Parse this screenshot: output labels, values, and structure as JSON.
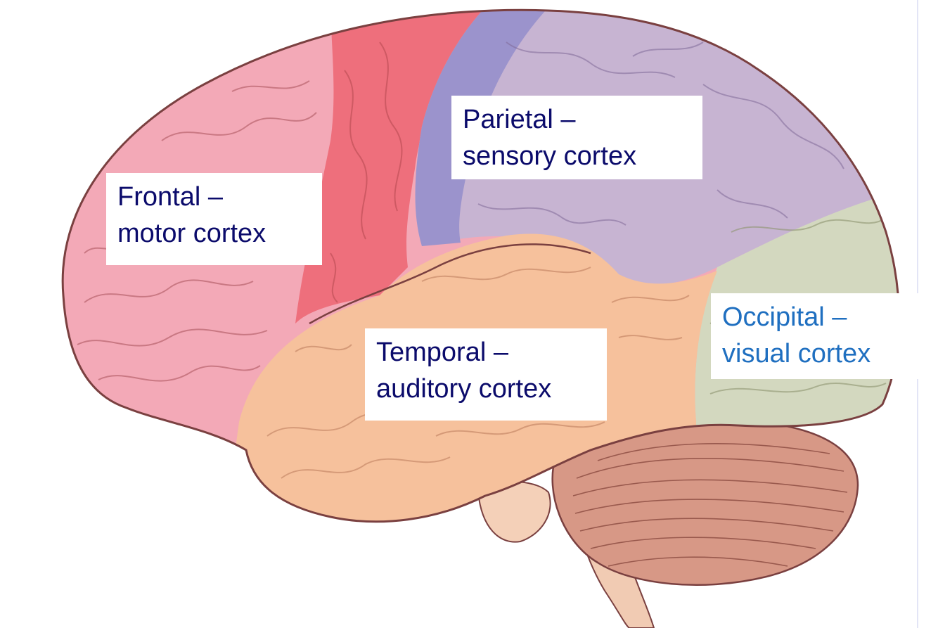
{
  "diagram": {
    "labels": [
      {
        "id": "frontal",
        "lines": [
          "Frontal –",
          "motor cortex"
        ]
      },
      {
        "id": "parietal",
        "lines": [
          "Parietal –",
          "sensory cortex"
        ]
      },
      {
        "id": "temporal",
        "lines": [
          "Temporal –",
          "auditory cortex"
        ]
      },
      {
        "id": "occipital",
        "lines": [
          "Occipital –",
          "visual cortex"
        ]
      }
    ]
  },
  "colors": {
    "label_text": "#0b0b6b",
    "occipital_label_text": "#1f6fc0",
    "frontal_lobe": "#f3a9b7",
    "motor_strip": "#ee6f7c",
    "parietal_lobe": "#c7b4d2",
    "sensory_strip": "#9b93cc",
    "temporal_lobe": "#f6c19c",
    "occipital_lobe": "#d3d8bf",
    "cerebellum": "#d79886",
    "brainstem": "#f1cbb3",
    "outline": "#7a4040"
  },
  "icons": [
    "brain-illustration"
  ]
}
